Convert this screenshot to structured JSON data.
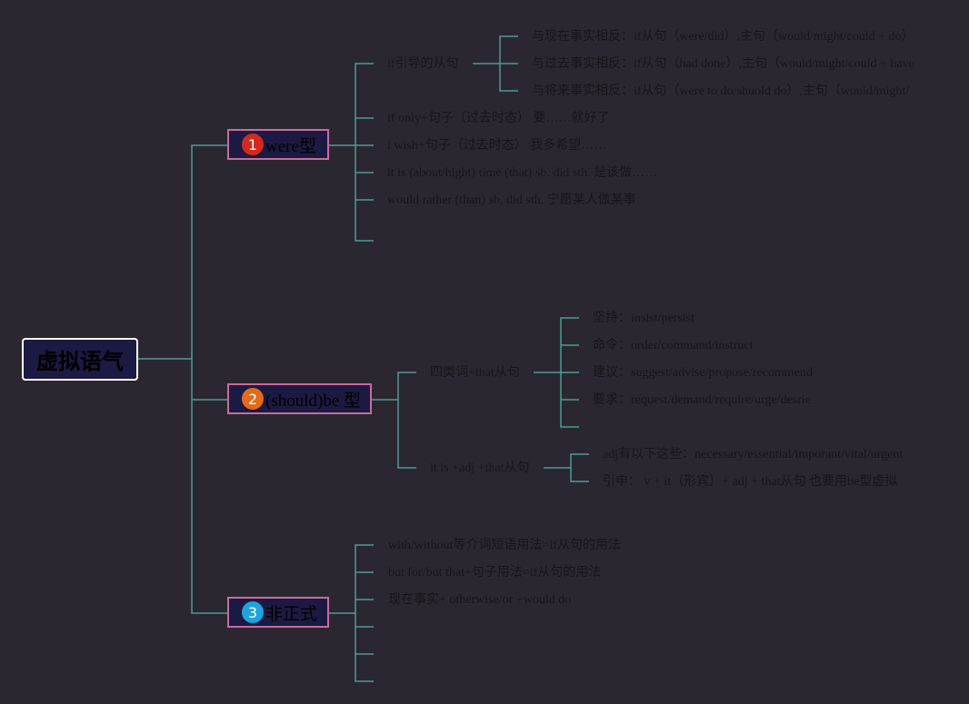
{
  "root": {
    "label": "虚拟语气"
  },
  "colors": {
    "line": "#4f9a92",
    "node_fill": "#1c1a42",
    "node_border": "#c76c9e",
    "badge1": "#d42a1e",
    "badge2": "#e36b1b",
    "badge3": "#1ea4e0"
  },
  "branches": [
    {
      "number": "1",
      "label": "were型",
      "items": [
        {
          "label": "if引导的从句",
          "children": [
            "与现在事实相反：if从句（were/did）,主句（would/might/could + do）",
            "与过去事实相反：if从句（had done）,主句（would/might/could + have",
            "与将来事实相反：if从句（were to do/shuold do）,主句（would/might/"
          ]
        },
        {
          "label": "if only+句子（过去时态） 要……就好了"
        },
        {
          "label": "i wish+句子（过去时态） 我多希望……"
        },
        {
          "label": "it is (about/hight) time (that) sb. did sth. 是该做……"
        },
        {
          "label": "would rather (than) sb, did sth. 宁愿某人做某事"
        }
      ]
    },
    {
      "number": "2",
      "label": "(should)be 型",
      "items": [
        {
          "label": "四类词+that从句",
          "children": [
            "坚持：insist/persist",
            "命令：order/command/instruct",
            "建议：suggest/advise/propose/recommend",
            "要求：request/demand/require/urge/desrie"
          ]
        },
        {
          "label": "it is +adj +that从句",
          "children": [
            "adj有以下这些：necessary/essential/imporant/vital/urgent",
            "引申： v + it（形宾）+ adj + that从句 也要用be型虚拟"
          ]
        }
      ]
    },
    {
      "number": "3",
      "label": "非正式",
      "items": [
        {
          "label": "with/without等介词短语用法=if从句的用法"
        },
        {
          "label": "but for/but that+句子用法=if从句的用法"
        },
        {
          "label": "现在事实+ otherwise/or +would do"
        }
      ]
    }
  ]
}
